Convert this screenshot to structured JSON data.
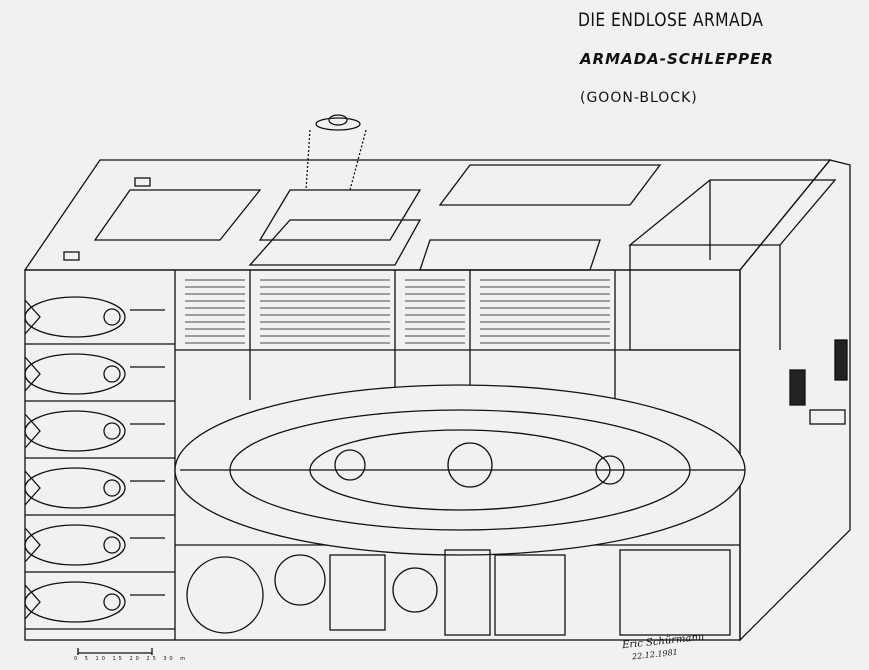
{
  "title": "DIE ENDLOSE ARMADA",
  "subtitle": "ARMADA-SCHLEPPER",
  "caption": "(GOON-BLOCK)",
  "scale_bar": {
    "ticks": "0 5 10 15 20 25 30 m"
  },
  "signature": {
    "name": "Eric Schürmann",
    "date": "22.12.1981"
  },
  "colors": {
    "ink": "#111111",
    "paper": "#f1f1ef"
  }
}
